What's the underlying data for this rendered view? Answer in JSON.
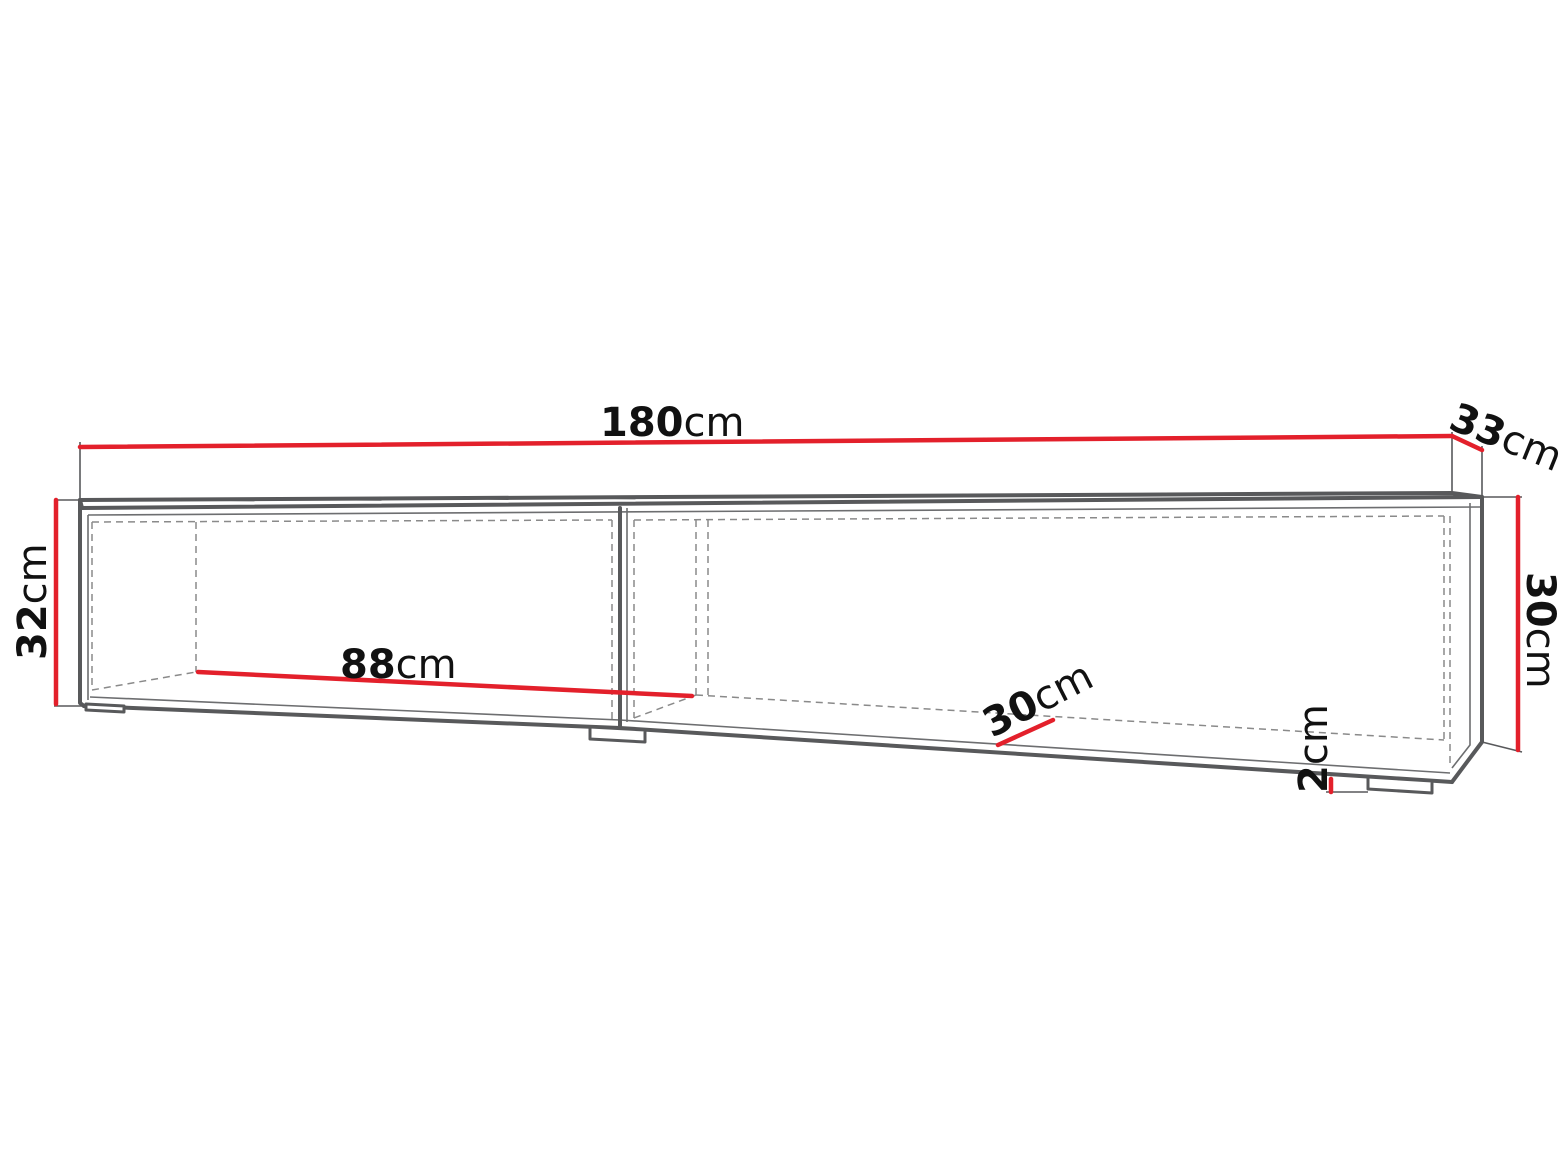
{
  "unit": "cm",
  "colors": {
    "dimension_line": "#e3202b",
    "outline": "#58595b",
    "dashed": "#8a8a8a"
  },
  "dimensions": {
    "width": {
      "value": "180",
      "unit": "cm"
    },
    "depth": {
      "value": "33",
      "unit": "cm"
    },
    "height_left": {
      "value": "32",
      "unit": "cm"
    },
    "height_right": {
      "value": "30",
      "unit": "cm"
    },
    "compartment": {
      "value": "88",
      "unit": "cm"
    },
    "inner_depth": {
      "value": "30",
      "unit": "cm"
    },
    "feet_height": {
      "value": "2",
      "unit": "cm"
    }
  }
}
